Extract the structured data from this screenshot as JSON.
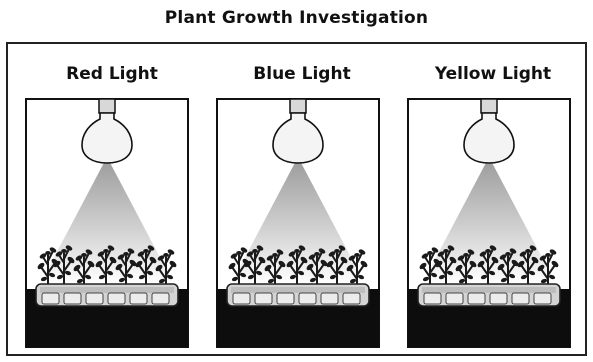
{
  "title": "Plant Growth Investigation",
  "chambers": [
    {
      "label": "Red Light"
    },
    {
      "label": "Blue Light"
    },
    {
      "label": "Yellow Light"
    }
  ]
}
